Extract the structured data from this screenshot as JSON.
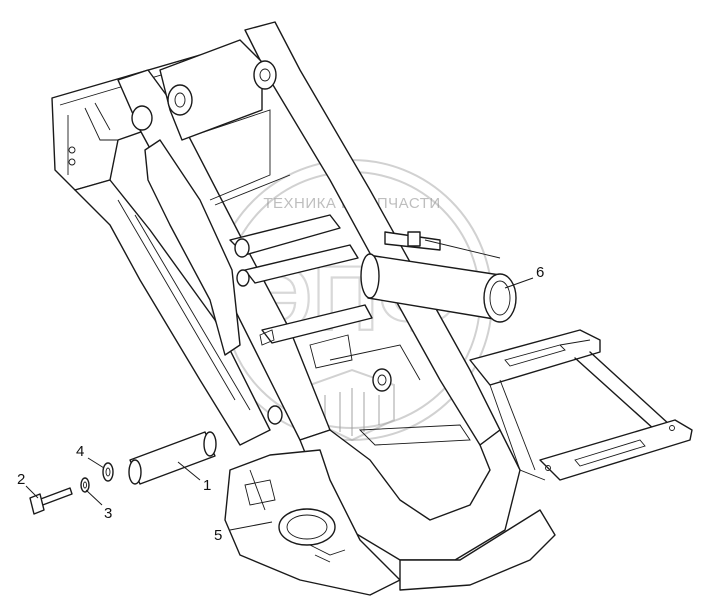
{
  "watermark": {
    "top_text": "ТЕХНИКА И ЗАПЧАСТИ",
    "logo_text": "ЭПФ"
  },
  "callouts": [
    {
      "id": "1",
      "label": "1"
    },
    {
      "id": "2",
      "label": "2"
    },
    {
      "id": "3",
      "label": "3"
    },
    {
      "id": "4",
      "label": "4"
    },
    {
      "id": "5",
      "label": "5"
    },
    {
      "id": "6",
      "label": "6"
    }
  ]
}
